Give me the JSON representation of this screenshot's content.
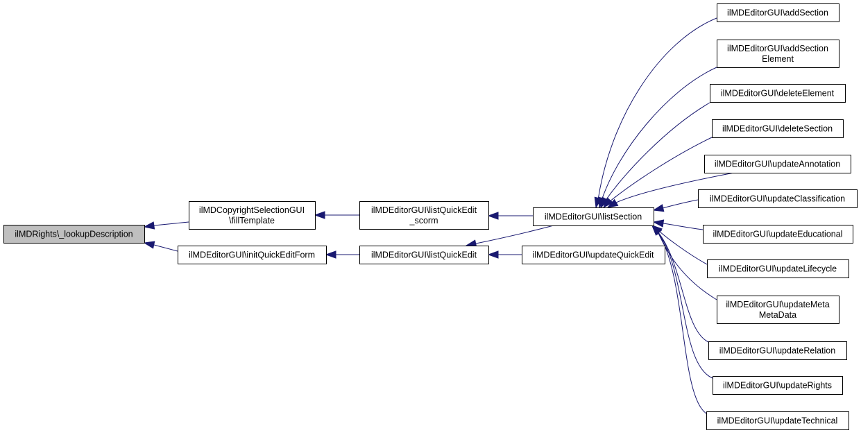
{
  "colors": {
    "edge": "#191970",
    "focus_fill": "#bfbfbf",
    "node_fill": "#ffffff",
    "node_border": "#000000"
  },
  "nodes": {
    "lookupDescription": {
      "lines": [
        "ilMDRights\\_lookupDescription"
      ]
    },
    "fillTemplate": {
      "lines": [
        "ilMDCopyrightSelectionGUI",
        "\\fillTemplate"
      ]
    },
    "initQuickEditForm": {
      "lines": [
        "ilMDEditorGUI\\initQuickEditForm"
      ]
    },
    "listQuickEditScorm": {
      "lines": [
        "ilMDEditorGUI\\listQuickEdit",
        "_scorm"
      ]
    },
    "listQuickEdit": {
      "lines": [
        "ilMDEditorGUI\\listQuickEdit"
      ]
    },
    "listSection": {
      "lines": [
        "ilMDEditorGUI\\listSection"
      ]
    },
    "updateQuickEdit": {
      "lines": [
        "ilMDEditorGUI\\updateQuickEdit"
      ]
    },
    "addSection": {
      "lines": [
        "ilMDEditorGUI\\addSection"
      ]
    },
    "addSectionElement": {
      "lines": [
        "ilMDEditorGUI\\addSection",
        "Element"
      ]
    },
    "deleteElement": {
      "lines": [
        "ilMDEditorGUI\\deleteElement"
      ]
    },
    "deleteSection": {
      "lines": [
        "ilMDEditorGUI\\deleteSection"
      ]
    },
    "updateAnnotation": {
      "lines": [
        "ilMDEditorGUI\\updateAnnotation"
      ]
    },
    "updateClassification": {
      "lines": [
        "ilMDEditorGUI\\updateClassification"
      ]
    },
    "updateEducational": {
      "lines": [
        "ilMDEditorGUI\\updateEducational"
      ]
    },
    "updateLifecycle": {
      "lines": [
        "ilMDEditorGUI\\updateLifecycle"
      ]
    },
    "updateMetaMetaData": {
      "lines": [
        "ilMDEditorGUI\\updateMeta",
        "MetaData"
      ]
    },
    "updateRelation": {
      "lines": [
        "ilMDEditorGUI\\updateRelation"
      ]
    },
    "updateRights": {
      "lines": [
        "ilMDEditorGUI\\updateRights"
      ]
    },
    "updateTechnical": {
      "lines": [
        "ilMDEditorGUI\\updateTechnical"
      ]
    }
  },
  "edges": [
    {
      "from": "fillTemplate",
      "to": "lookupDescription"
    },
    {
      "from": "initQuickEditForm",
      "to": "lookupDescription"
    },
    {
      "from": "listQuickEditScorm",
      "to": "fillTemplate"
    },
    {
      "from": "listQuickEdit",
      "to": "initQuickEditForm"
    },
    {
      "from": "listSection",
      "to": "listQuickEditScorm"
    },
    {
      "from": "listSection",
      "to": "listQuickEdit"
    },
    {
      "from": "updateQuickEdit",
      "to": "listQuickEdit"
    },
    {
      "from": "addSection",
      "to": "listSection"
    },
    {
      "from": "addSectionElement",
      "to": "listSection"
    },
    {
      "from": "deleteElement",
      "to": "listSection"
    },
    {
      "from": "deleteSection",
      "to": "listSection"
    },
    {
      "from": "updateAnnotation",
      "to": "listSection"
    },
    {
      "from": "updateClassification",
      "to": "listSection"
    },
    {
      "from": "updateEducational",
      "to": "listSection"
    },
    {
      "from": "updateLifecycle",
      "to": "listSection"
    },
    {
      "from": "updateMetaMetaData",
      "to": "listSection"
    },
    {
      "from": "updateRelation",
      "to": "listSection"
    },
    {
      "from": "updateRights",
      "to": "listSection"
    },
    {
      "from": "updateTechnical",
      "to": "listSection"
    }
  ]
}
